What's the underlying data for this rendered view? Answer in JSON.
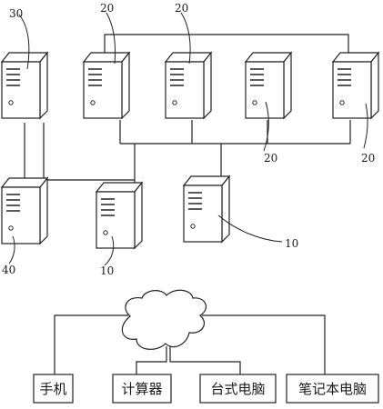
{
  "reference_numerals": {
    "storage_server": "30",
    "server": "20",
    "client_terminal": "10",
    "backup_server": "40"
  },
  "devices": {
    "phone": "手机",
    "calculator": "计算器",
    "desktop": "台式电脑",
    "laptop": "笔记本电脑"
  },
  "colors": {
    "line": "#222222",
    "background": "#ffffff"
  }
}
